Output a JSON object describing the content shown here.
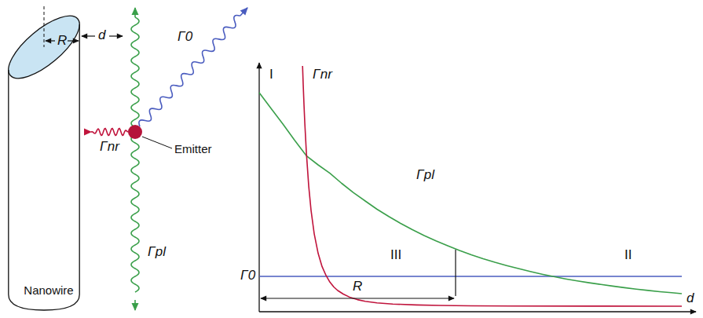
{
  "diagram": {
    "nodes": [
      {
        "text": [
          "Nanowire"
        ]
      },
      {
        "text": [
          "Emitter"
        ]
      }
    ],
    "edges": [
      {
        "from": 1,
        "to": 0,
        "arrow": "to",
        "label": "Γnr"
      }
    ],
    "labels": [
      "R",
      "d",
      "Γ0",
      "Γpl",
      "I",
      "Γnr",
      "Γpl",
      "III",
      "II",
      "Γ0",
      "R",
      "d"
    ]
  }
}
